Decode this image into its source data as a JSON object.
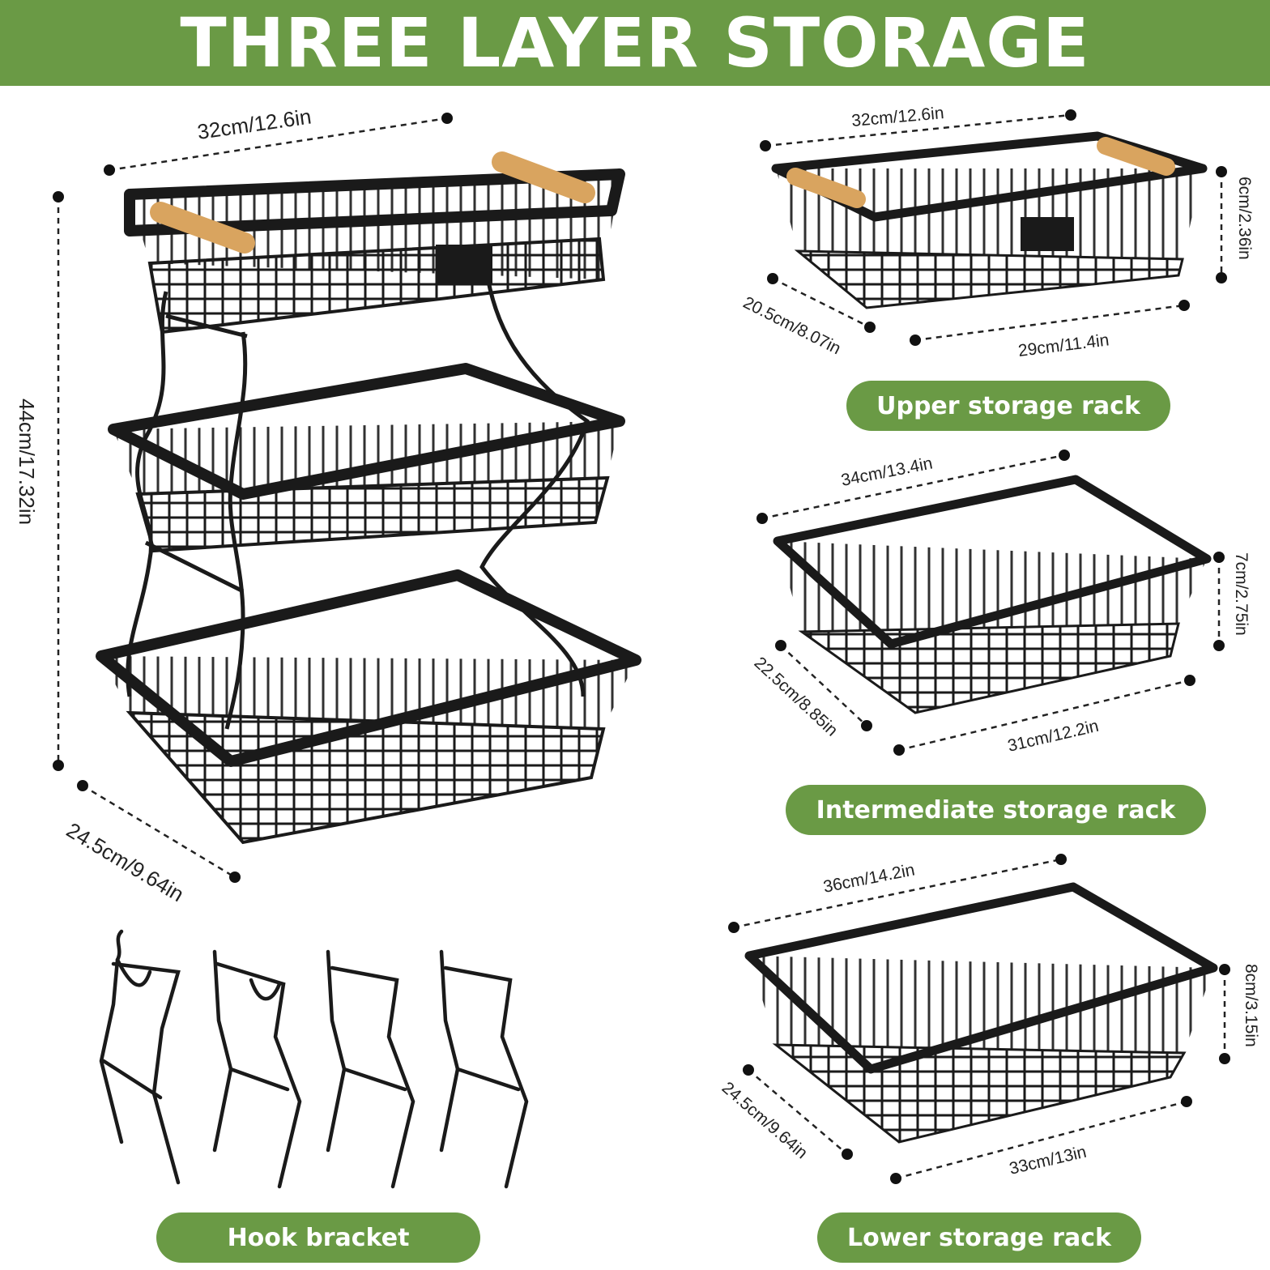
{
  "colors": {
    "green": "#6a9a45",
    "wire": "#1a1a1a",
    "wood": "#d9a45f"
  },
  "banner": {
    "title": "THREE LAYER STORAGE"
  },
  "assembled": {
    "width": "32cm/12.6in",
    "height": "44cm/17.32in",
    "depth": "24.5cm/9.64in"
  },
  "racks": [
    {
      "label": "Upper storage rack",
      "top": "32cm/12.6in",
      "height": "6cm/2.36in",
      "depth": "20.5cm/8.07in",
      "bottom": "29cm/11.4in"
    },
    {
      "label": "Intermediate storage rack",
      "top": "34cm/13.4in",
      "height": "7cm/2.75in",
      "depth": "22.5cm/8.85in",
      "bottom": "31cm/12.2in"
    },
    {
      "label": "Lower storage rack",
      "top": "36cm/14.2in",
      "height": "8cm/3.15in",
      "depth": "24.5cm/9.64in",
      "bottom": "33cm/13in"
    }
  ],
  "hooks": {
    "label": "Hook bracket",
    "count": 4
  }
}
